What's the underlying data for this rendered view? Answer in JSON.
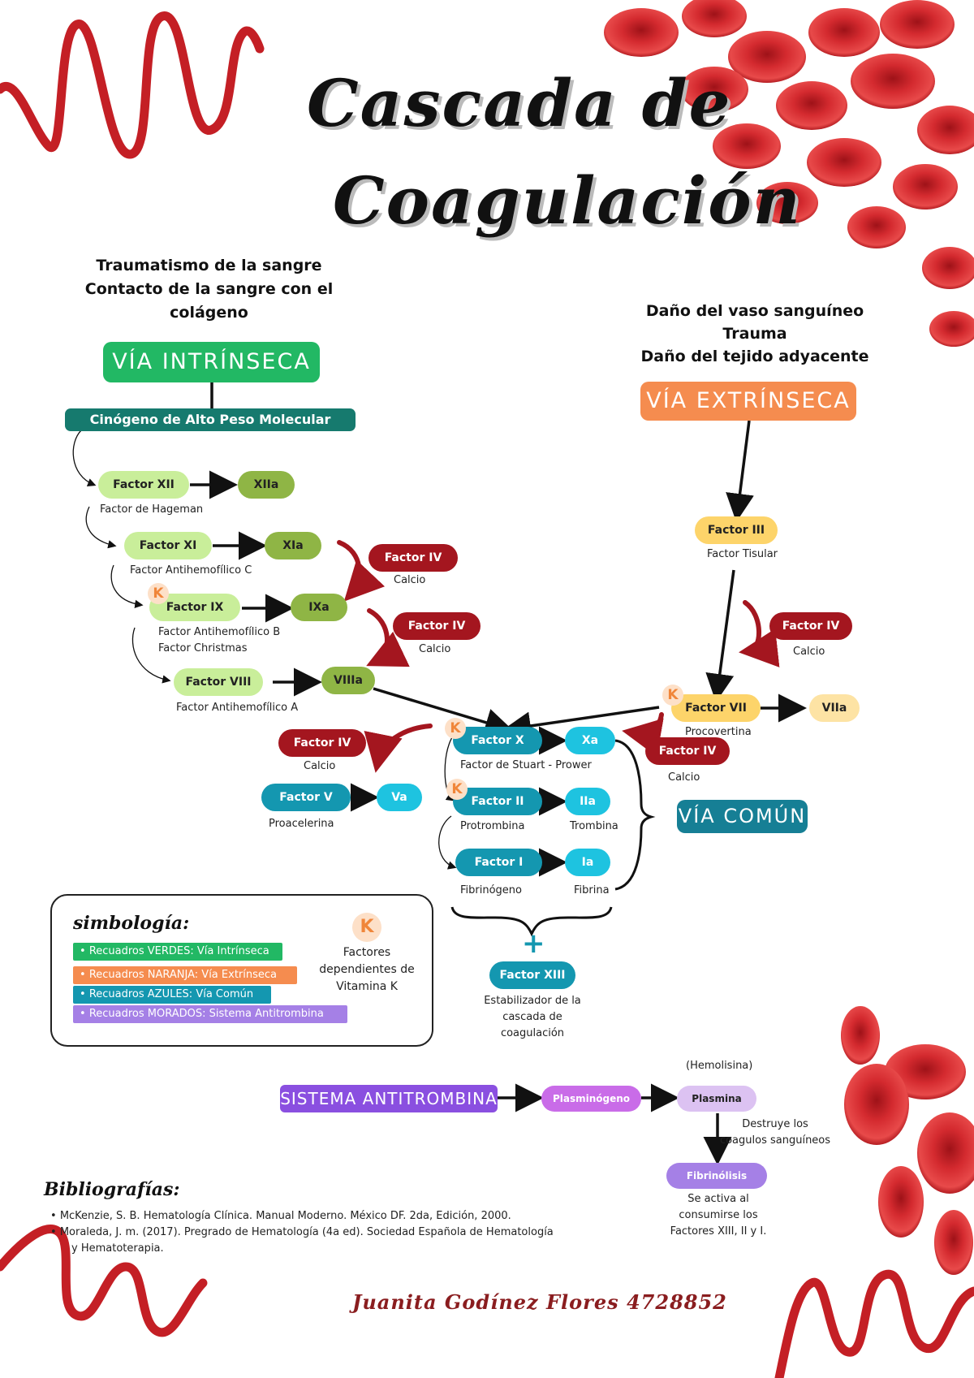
{
  "title_line1": "Cascada de",
  "title_line2": "Coagulación",
  "intrinsic_causes": [
    "Traumatismo de la sangre",
    "Contacto de la sangre con el",
    "colágeno"
  ],
  "extrinsic_causes": [
    "Daño del vaso sanguíneo",
    "Trauma",
    "Daño del tejido adyacente"
  ],
  "via_intrinseca": "VÍA INTRÍNSECA",
  "via_extrinseca": "VÍA EXTRÍNSECA",
  "via_comun": "VÍA COMÚN",
  "camp": "Cinógeno de Alto Peso Molecular (CAMP)",
  "k_letter": "K",
  "plus_sign": "+",
  "intrinsic": {
    "f12": "Factor XII",
    "f12a": "XIIa",
    "f12_desc": "Factor de Hageman",
    "f11": "Factor XI",
    "f11a": "XIa",
    "f11_desc": "Factor Antihemofílico C",
    "f9": "Factor IX",
    "f9a": "IXa",
    "f9_desc1": "Factor Antihemofílico B",
    "f9_desc2": "Factor Christmas",
    "f8": "Factor VIII",
    "f8a": "VIIIa",
    "f8_desc": "Factor Antihemofílico A"
  },
  "calcio_factor": "Factor IV",
  "calcio": "Calcio",
  "extrinsic": {
    "f3": "Factor III",
    "f3_desc": "Factor Tisular",
    "f7": "Factor VII",
    "f7a": "VIIa",
    "f7_desc": "Procovertina"
  },
  "common": {
    "f10": "Factor X",
    "f10a": "Xa",
    "f10_desc": "Factor de Stuart - Prower",
    "f5": "Factor V",
    "f5a": "Va",
    "f5_desc": "Proacelerina",
    "f2": "Factor II",
    "f2a": "IIa",
    "f2_desc": "Protrombina",
    "f2a_desc": "Trombina",
    "f1": "Factor I",
    "f1a": "Ia",
    "f1_desc": "Fibrinógeno",
    "f1a_desc": "Fibrina",
    "f13": "Factor XIII",
    "f13_desc": [
      "Estabilizador de la",
      "cascada de",
      "coagulación"
    ]
  },
  "legend": {
    "title": "simbología:",
    "items": [
      {
        "label": "Recuadros VERDES: Vía Intrínseca",
        "color": "#22b864"
      },
      {
        "label": "Recuadros NARANJA: Vía Extrínseca",
        "color": "#f58c4f"
      },
      {
        "label": "Recuadros AZULES: Vía Común",
        "color": "#1497b0"
      },
      {
        "label": "Recuadros MORADOS: Sistema Antitrombina",
        "color": "#a580e6"
      }
    ],
    "k_desc": [
      "Factores",
      "dependientes de",
      "Vitamina K"
    ]
  },
  "antithrombin": {
    "system": "SISTEMA ANTITROMBINA",
    "plasminogeno": "Plasminógeno",
    "plasmina": "Plasmina",
    "hemolisina": "(Hemolisina)",
    "destruye": [
      "Destruye los",
      "coagulos sanguíneos"
    ],
    "fibrinolisis": "Fibrinólisis",
    "activa": [
      "Se activa al",
      "consumirse los",
      "Factores XIII, II y I."
    ]
  },
  "bibliography": {
    "title": "Bibliografías:",
    "items": [
      "McKenzie, S. B. Hematología Clínica. Manual Moderno. México DF. 2da, Edición, 2000.",
      "Moraleda, J. m. (2017). Pregrado de Hematología (4a ed). Sociedad Española de Hematología",
      "y Hematoterapia."
    ]
  },
  "author": "Juanita Godínez Flores 4728852",
  "colors": {
    "green": "#22b864",
    "camp": "#167a6e",
    "light_green": "#c9ee9a",
    "olive": "#8fb545",
    "darkred": "#a4161f",
    "orange": "#f58c4f",
    "yellow": "#fdd46a",
    "light_yellow": "#fde3a4",
    "teal": "#1497b0",
    "cyan": "#1ec3e0",
    "purple": "#a35ce6",
    "light_purple": "#dcc2f2",
    "rbc": "#d42a2f"
  }
}
